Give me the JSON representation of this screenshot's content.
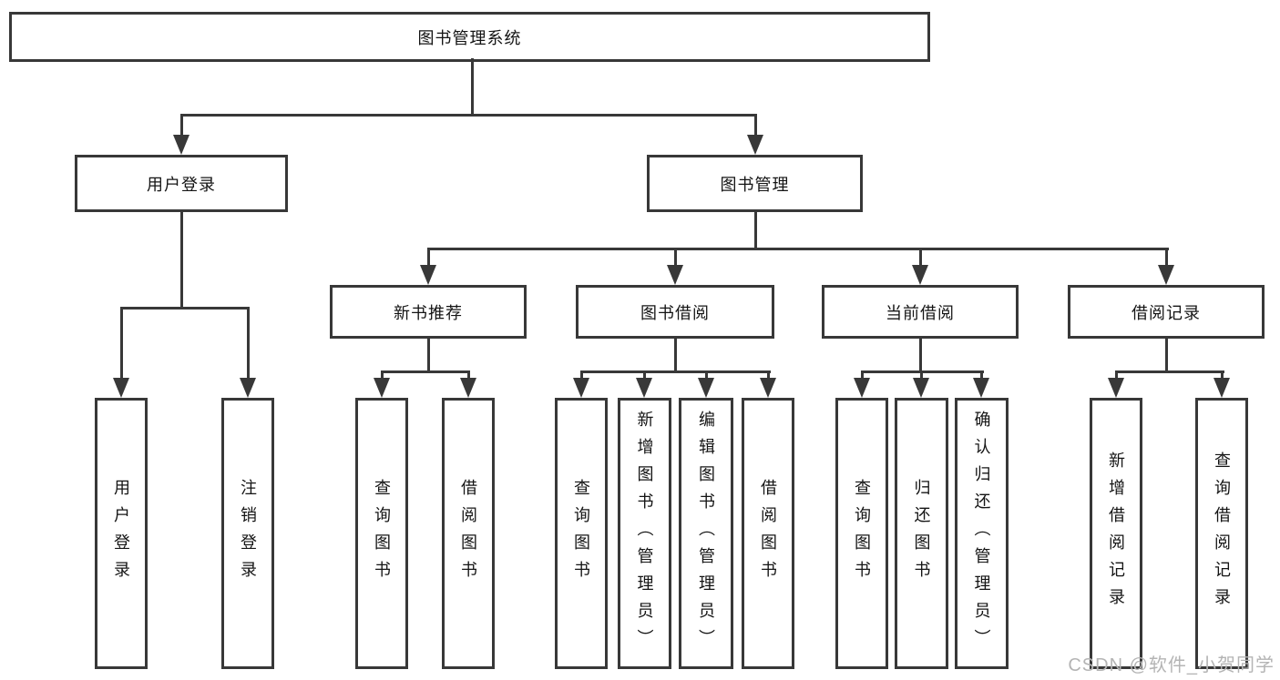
{
  "diagram": {
    "root": {
      "label": "图书管理系统"
    },
    "children": [
      {
        "label": "用户登录",
        "children": [
          {
            "label": "用户登录"
          },
          {
            "label": "注销登录"
          }
        ]
      },
      {
        "label": "图书管理",
        "children": [
          {
            "label": "新书推荐",
            "children": [
              {
                "label": "查询图书"
              },
              {
                "label": "借阅图书"
              }
            ]
          },
          {
            "label": "图书借阅",
            "children": [
              {
                "label": "查询图书"
              },
              {
                "label": "新增图书（管理员）"
              },
              {
                "label": "编辑图书（管理员）"
              },
              {
                "label": "借阅图书"
              }
            ]
          },
          {
            "label": "当前借阅",
            "children": [
              {
                "label": "查询图书"
              },
              {
                "label": "归还图书"
              },
              {
                "label": "确认归还（管理员）"
              }
            ]
          },
          {
            "label": "借阅记录",
            "children": [
              {
                "label": "新增借阅记录"
              },
              {
                "label": "查询借阅记录"
              }
            ]
          }
        ]
      }
    ]
  },
  "watermark": {
    "text": "CSDN @软件_小贺同学"
  },
  "colors": {
    "line": "#383838",
    "box_border": "#383838",
    "box_fill": "#ffffff",
    "text": "#141414",
    "watermark": "#b4b4b4"
  }
}
